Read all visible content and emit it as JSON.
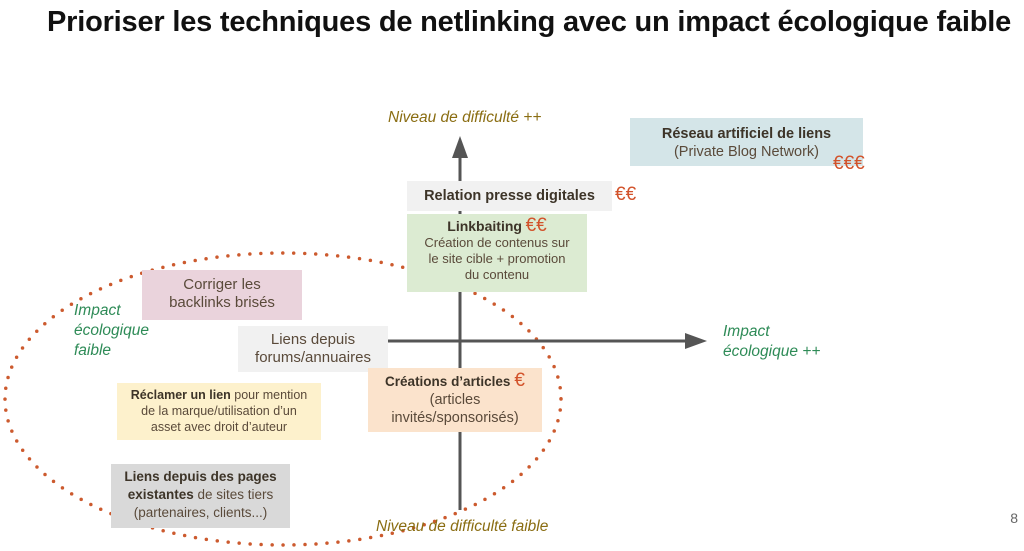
{
  "slide": {
    "title": "Prioriser les techniques de netlinking avec un impact écologique faible",
    "page_number": "8"
  },
  "axes": {
    "y_top": "Niveau de difficulté ++",
    "y_bottom": "Niveau de difficulté faible",
    "x_right_line1": "Impact",
    "x_right_line2": "écologique ++",
    "x_left_line1": "Impact",
    "x_left_line2": "écologique",
    "x_left_line3": "faible"
  },
  "boxes": {
    "pbn": {
      "title": "Réseau artificiel de liens",
      "subtitle": "(Private Blog Network)",
      "cost": "€€€",
      "color": "#d4e5e8"
    },
    "press": {
      "title": "Relation presse digitales",
      "cost": "€€",
      "color": "#f1f1f1"
    },
    "linkbaiting": {
      "title": "Linkbaiting",
      "cost": "€€",
      "line1": "Création de contenus sur",
      "line2": "le site cible + promotion",
      "line3": "du contenu",
      "color": "#dcebd2"
    },
    "broken": {
      "line1": "Corriger les",
      "line2": "backlinks brisés",
      "color": "#ead3dc"
    },
    "forums": {
      "line1": "Liens depuis",
      "line2": "forums/annuaires",
      "color": "#f1f1f1"
    },
    "articles": {
      "title": "Créations d’articles",
      "cost": "€",
      "line1": "(articles",
      "line2": "invités/sponsorisés)",
      "color": "#fbe3cc"
    },
    "claim": {
      "bold": "Réclamer un lien",
      "rest": " pour mention",
      "line2": "de la marque/utilisation d’un",
      "line3": "asset avec droit d’auteur",
      "color": "#fdf1cc"
    },
    "existing": {
      "bold1": "Liens depuis des pages",
      "bold2": "existantes",
      "rest2": " de sites tiers",
      "line3": "(partenaires, clients...)",
      "color": "#d9d9d9"
    }
  },
  "colors": {
    "axis": "#555555",
    "ellipse_dots": "#cc5a2e",
    "euro": "#d2522a",
    "olive_label": "#8a6d12",
    "green_label": "#2e8b57"
  }
}
